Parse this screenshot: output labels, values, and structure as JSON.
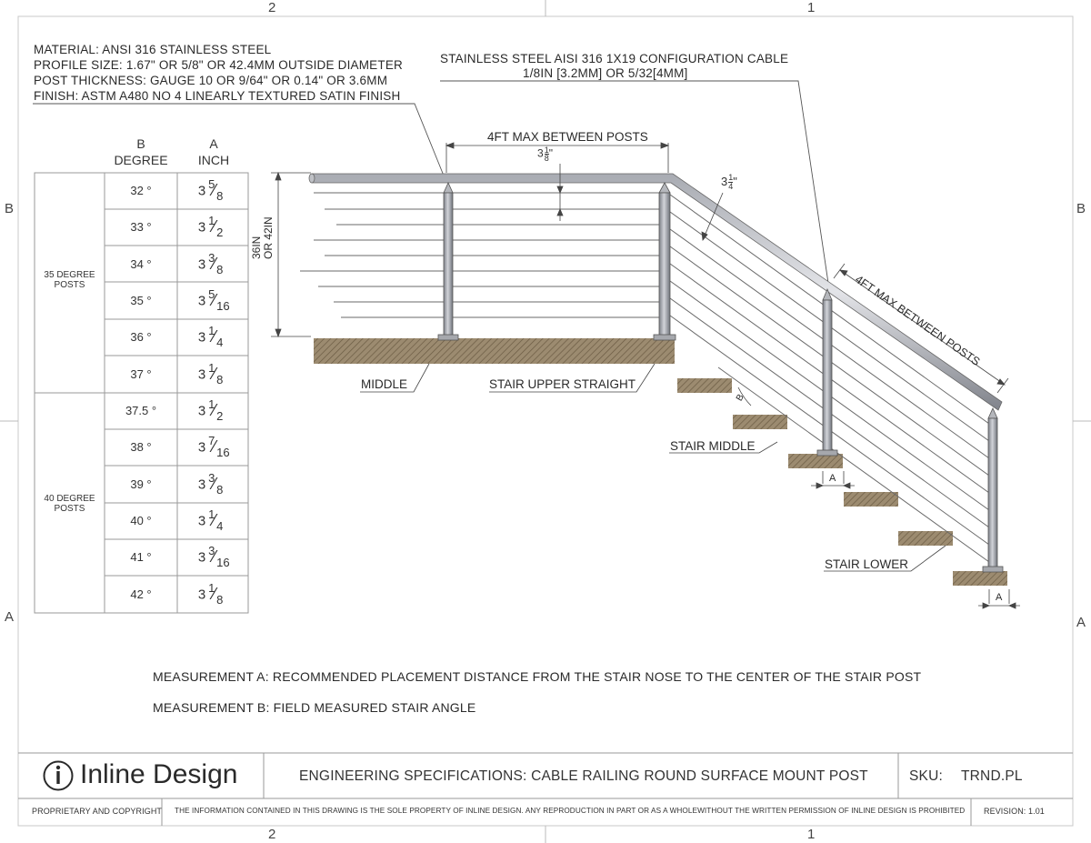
{
  "zones": {
    "top_left": "2",
    "top_right": "1",
    "bottom_left": "2",
    "bottom_right": "1",
    "left_upper": "B",
    "right_upper": "B",
    "left_lower": "A",
    "right_lower": "A"
  },
  "material_notes": [
    "MATERIAL: ANSI 316 STAINLESS STEEL",
    "PROFILE SIZE: 1.67\" OR 5/8\" OR 42.4MM OUTSIDE DIAMETER",
    "POST THICKNESS: GAUGE 10 OR 9/64\" OR 0.14\" OR 3.6MM",
    "FINISH: ASTM A480  NO 4 LINEARLY TEXTURED SATIN FINISH"
  ],
  "cable_note": {
    "line1": "STAINLESS STEEL AISI 316 1X19 CONFIGURATION CABLE",
    "line2": "1/8IN [3.2MM] OR 5/32[4MM]"
  },
  "table": {
    "header_b": [
      "B",
      "DEGREE"
    ],
    "header_a": [
      "A",
      "INCH"
    ],
    "groups": [
      {
        "name": [
          "35 DEGREE",
          "POSTS"
        ],
        "rows": [
          {
            "degree": "32 °",
            "whole": "3",
            "num": "5",
            "den": "8"
          },
          {
            "degree": "33 °",
            "whole": "3",
            "num": "1",
            "den": "2"
          },
          {
            "degree": "34 °",
            "whole": "3",
            "num": "3",
            "den": "8"
          },
          {
            "degree": "35 °",
            "whole": "3",
            "num": "5",
            "den": "16"
          },
          {
            "degree": "36 °",
            "whole": "3",
            "num": "1",
            "den": "4"
          },
          {
            "degree": "37 °",
            "whole": "3",
            "num": "1",
            "den": "8"
          }
        ]
      },
      {
        "name": [
          "40 DEGREE",
          "POSTS"
        ],
        "rows": [
          {
            "degree": "37.5 °",
            "whole": "3",
            "num": "1",
            "den": "2"
          },
          {
            "degree": "38 °",
            "whole": "3",
            "num": "7",
            "den": "16"
          },
          {
            "degree": "39 °",
            "whole": "3",
            "num": "3",
            "den": "8"
          },
          {
            "degree": "40 °",
            "whole": "3",
            "num": "1",
            "den": "4"
          },
          {
            "degree": "41 °",
            "whole": "3",
            "num": "3",
            "den": "16"
          },
          {
            "degree": "42 °",
            "whole": "3",
            "num": "1",
            "den": "8"
          }
        ]
      }
    ]
  },
  "drawing": {
    "top_dim": "4FT MAX BETWEEN POSTS",
    "gap_whole": "3",
    "gap_num": "1",
    "gap_den": "8",
    "height_line1": "36IN",
    "height_line2": "OR 42IN",
    "slope_whole": "3",
    "slope_num": "1",
    "slope_den": "4",
    "slope_dim": "4FT MAX BETWEEN POSTS",
    "angle_mark": "B",
    "a_mark": "A",
    "labels": {
      "middle": "MIDDLE",
      "stair_upper": "STAIR UPPER STRAIGHT",
      "stair_middle": "STAIR MIDDLE",
      "stair_lower": "STAIR LOWER"
    }
  },
  "measurements": {
    "a": "MEASUREMENT A: RECOMMENDED PLACEMENT DISTANCE FROM THE STAIR NOSE TO THE CENTER OF THE STAIR POST",
    "b": "MEASUREMENT B: FIELD MEASURED STAIR ANGLE"
  },
  "title_block": {
    "logo_mark": "i",
    "brand": "Inline Design",
    "title": "ENGINEERING SPECIFICATIONS: CABLE RAILING ROUND SURFACE MOUNT POST",
    "sku_label": "SKU:",
    "sku_value": "TRND.PL",
    "proprietary": "PROPRIETARY AND COPYRIGHT",
    "disclaimer": "THE INFORMATION CONTAINED IN THIS DRAWING IS THE SOLE PROPERTY OF INLINE DESIGN.  ANY REPRODUCTION IN PART OR AS A WHOLEWITHOUT THE WRITTEN PERMISSION OF INLINE DESIGN IS PROHIBITED",
    "revision_label": "REVISION:",
    "revision_value": "1.01"
  }
}
